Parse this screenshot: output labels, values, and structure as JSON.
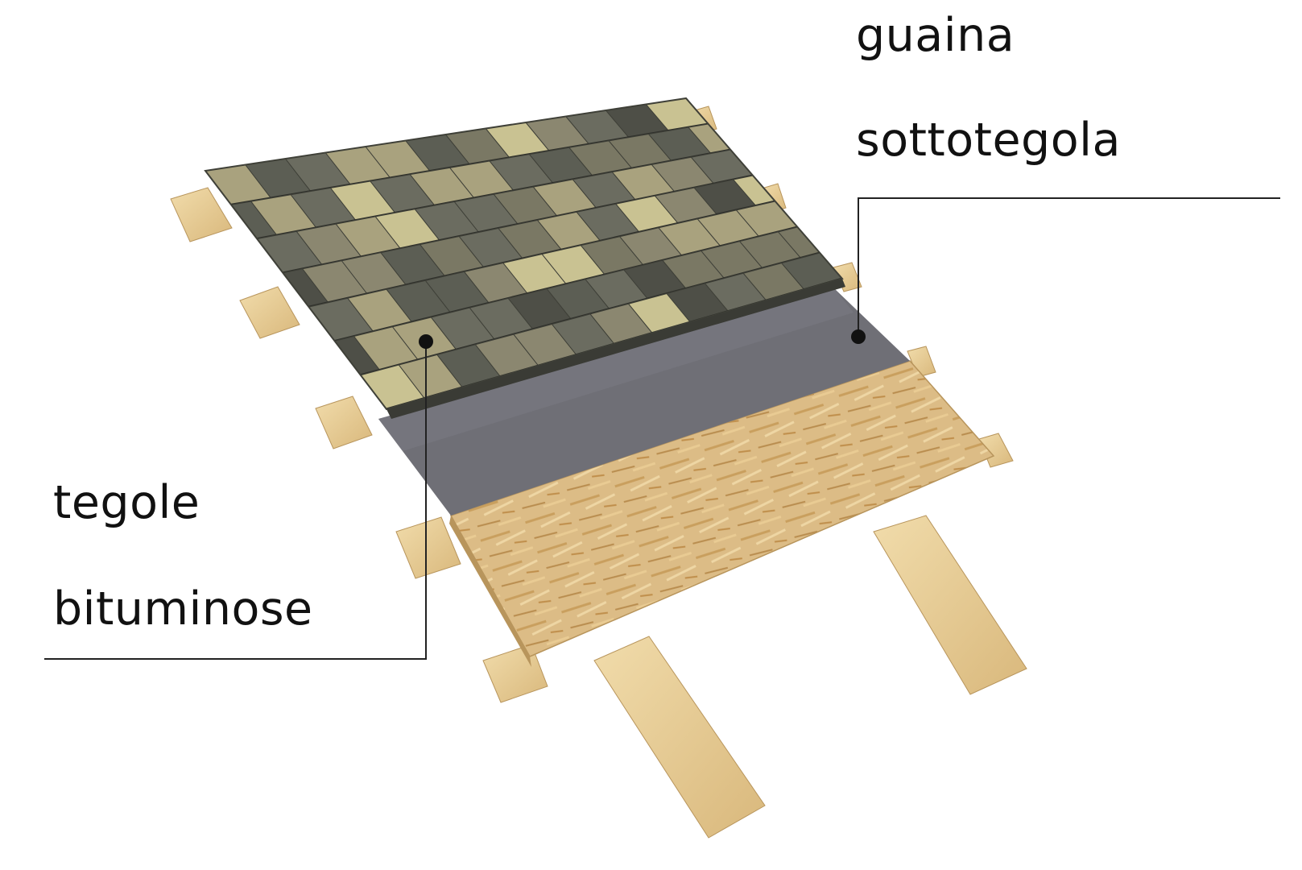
{
  "labels": {
    "underlayment": {
      "line1": "guaina",
      "line2": "sottotegola"
    },
    "shingles": {
      "line1": "tegole",
      "line2": "bituminose"
    }
  },
  "layers": [
    {
      "id": "shingles",
      "icon": "shingle-texture"
    },
    {
      "id": "underlayment",
      "icon": "membrane-sheet"
    },
    {
      "id": "osb-board",
      "icon": "osb-texture"
    },
    {
      "id": "battens",
      "icon": "wood-batten"
    },
    {
      "id": "rafters",
      "icon": "wood-beam"
    }
  ],
  "colors": {
    "text": "#111111",
    "leader": "#222222",
    "membrane": "#6f6f76",
    "osb": "#dcbc86",
    "wood": "#e8cf9a",
    "shingle_dark": "#5c5e54",
    "shingle_light": "#c9c292"
  }
}
